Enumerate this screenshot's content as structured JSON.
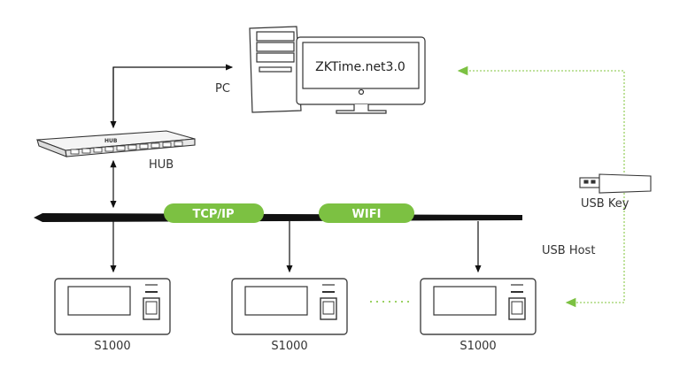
{
  "pc": {
    "label": "PC",
    "screen_text": "ZKTime.net3.0"
  },
  "hub": {
    "label": "HUB",
    "logo_text": "HUB"
  },
  "network": {
    "tcpip_label": "TCP/IP",
    "wifi_label": "WIFI"
  },
  "usb": {
    "key_label": "USB Key",
    "host_label": "USB Host"
  },
  "devices": [
    {
      "label": "S1000"
    },
    {
      "label": "S1000"
    },
    {
      "label": "S1000"
    }
  ],
  "colors": {
    "accent_green": "#7cc142",
    "dotted_green": "#9bd163",
    "line": "#111111"
  }
}
